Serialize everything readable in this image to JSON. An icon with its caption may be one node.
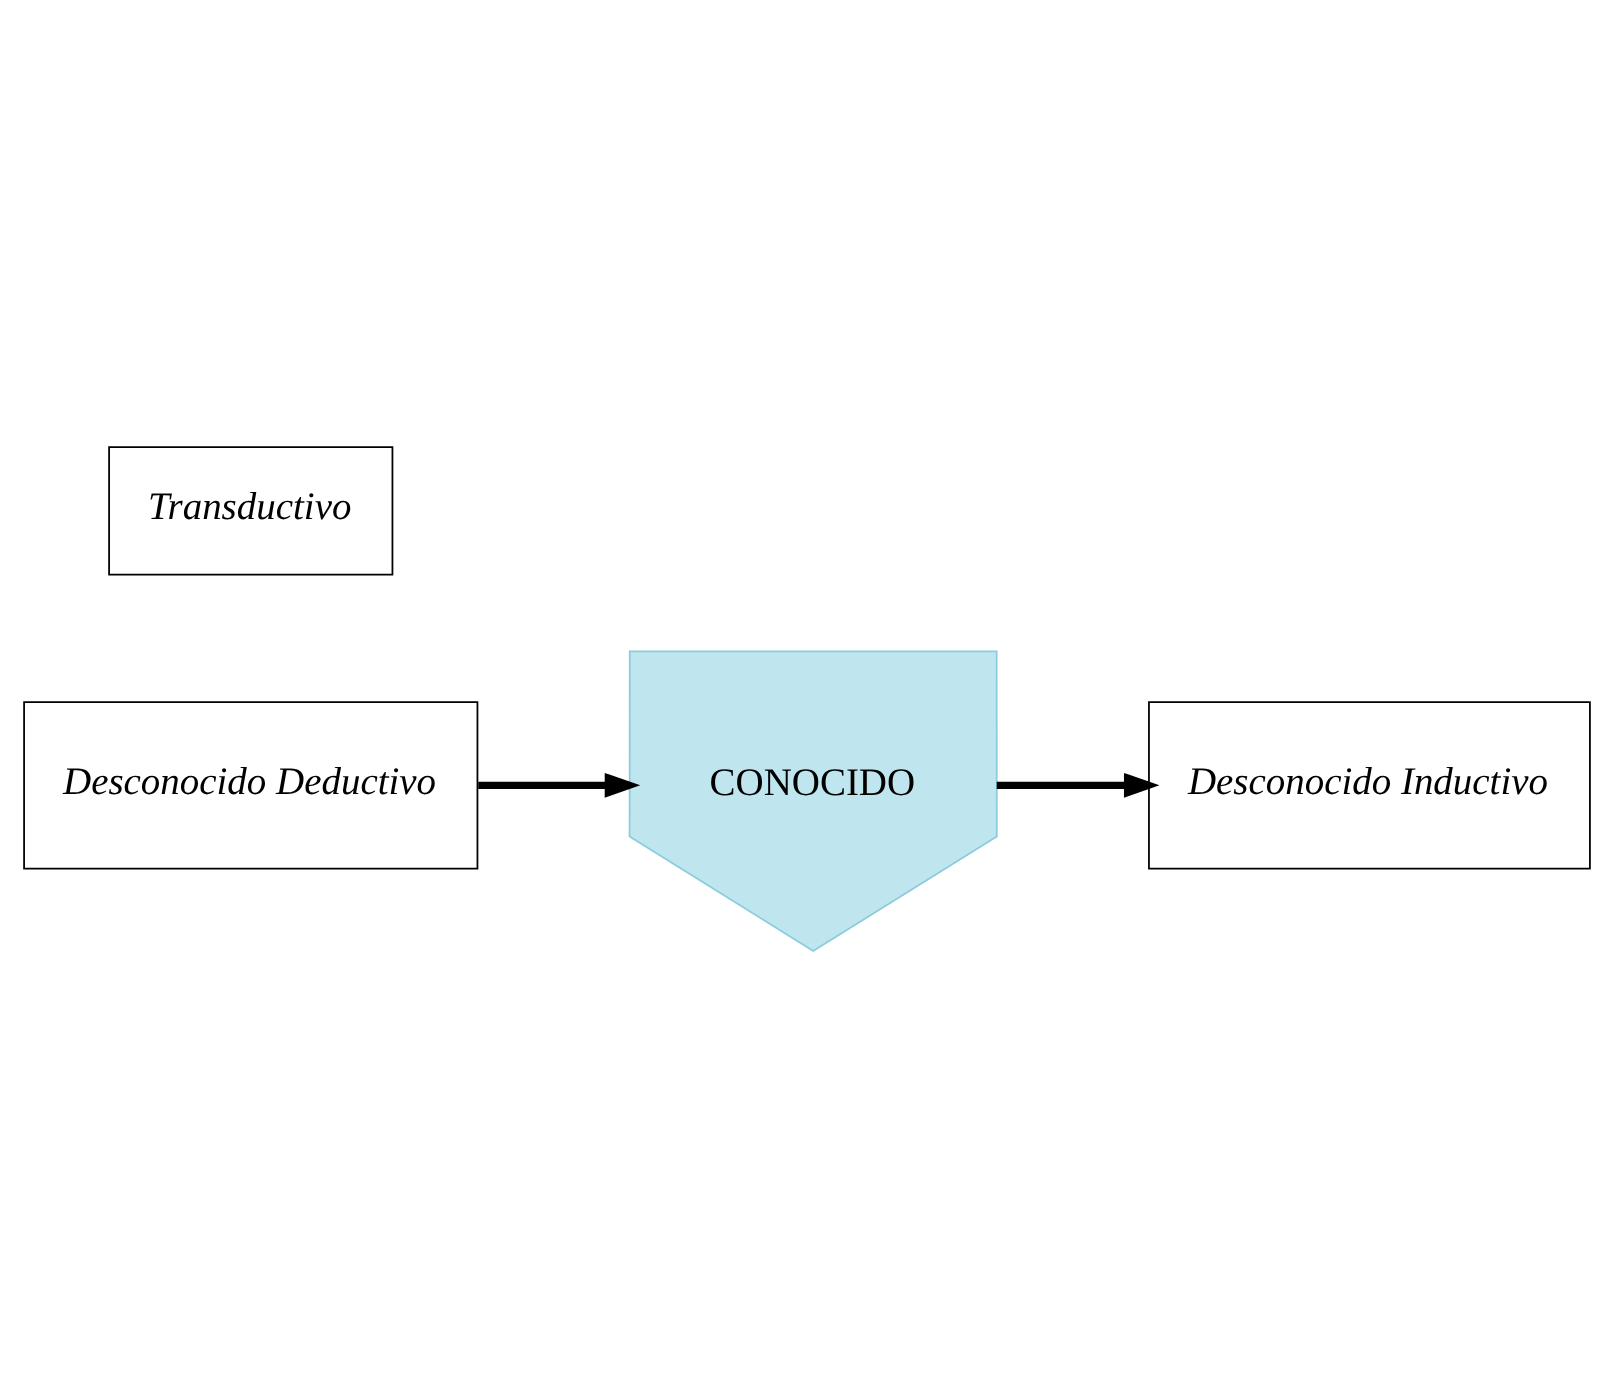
{
  "diagram": {
    "nodes": [
      {
        "text": [
          "Desconocido Deductivo"
        ]
      },
      {
        "text": [
          "CONOCIDO"
        ]
      },
      {
        "text": [
          "Desconocido Inductivo"
        ]
      },
      {
        "text": [
          "Transductivo"
        ]
      }
    ],
    "edges": [
      {
        "from": 0,
        "to": 1,
        "arrow": "to"
      },
      {
        "from": 1,
        "to": 2,
        "arrow": "to"
      }
    ]
  }
}
